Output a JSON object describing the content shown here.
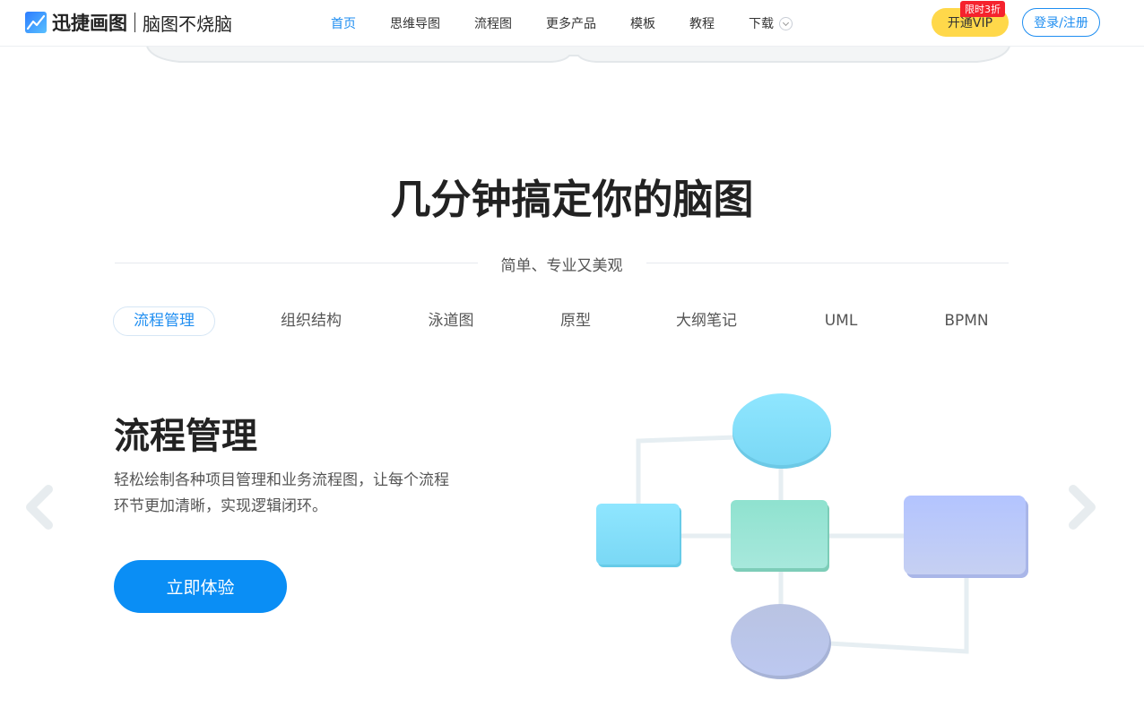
{
  "header": {
    "brand": "迅捷画图",
    "slogan": "脑图不烧脑",
    "nav": [
      {
        "label": "首页",
        "active": true
      },
      {
        "label": "思维导图",
        "active": false
      },
      {
        "label": "流程图",
        "active": false
      },
      {
        "label": "更多产品",
        "active": false
      },
      {
        "label": "模板",
        "active": false
      },
      {
        "label": "教程",
        "active": false
      },
      {
        "label": "下载",
        "active": false
      }
    ],
    "vip_label": "开通VIP",
    "vip_tag": "限时3折",
    "login_label": "登录/注册"
  },
  "section": {
    "title": "几分钟搞定你的脑图",
    "subtitle": "简单、专业又美观"
  },
  "tabs": [
    {
      "label": "流程管理",
      "active": true
    },
    {
      "label": "组织结构",
      "active": false
    },
    {
      "label": "泳道图",
      "active": false
    },
    {
      "label": "原型",
      "active": false
    },
    {
      "label": "大纲笔记",
      "active": false
    },
    {
      "label": "UML",
      "active": false
    },
    {
      "label": "BPMN",
      "active": false
    }
  ],
  "content": {
    "title": "流程管理",
    "description": "轻松绘制各种项目管理和业务流程图，让每个流程环节更加清晰，实现逻辑闭环。",
    "cta_label": "立即体验"
  },
  "colors": {
    "accent": "#1f8ef1",
    "cta": "#0a8ef5",
    "vip": "#ffd84a",
    "vip_tag": "#f5222d"
  }
}
